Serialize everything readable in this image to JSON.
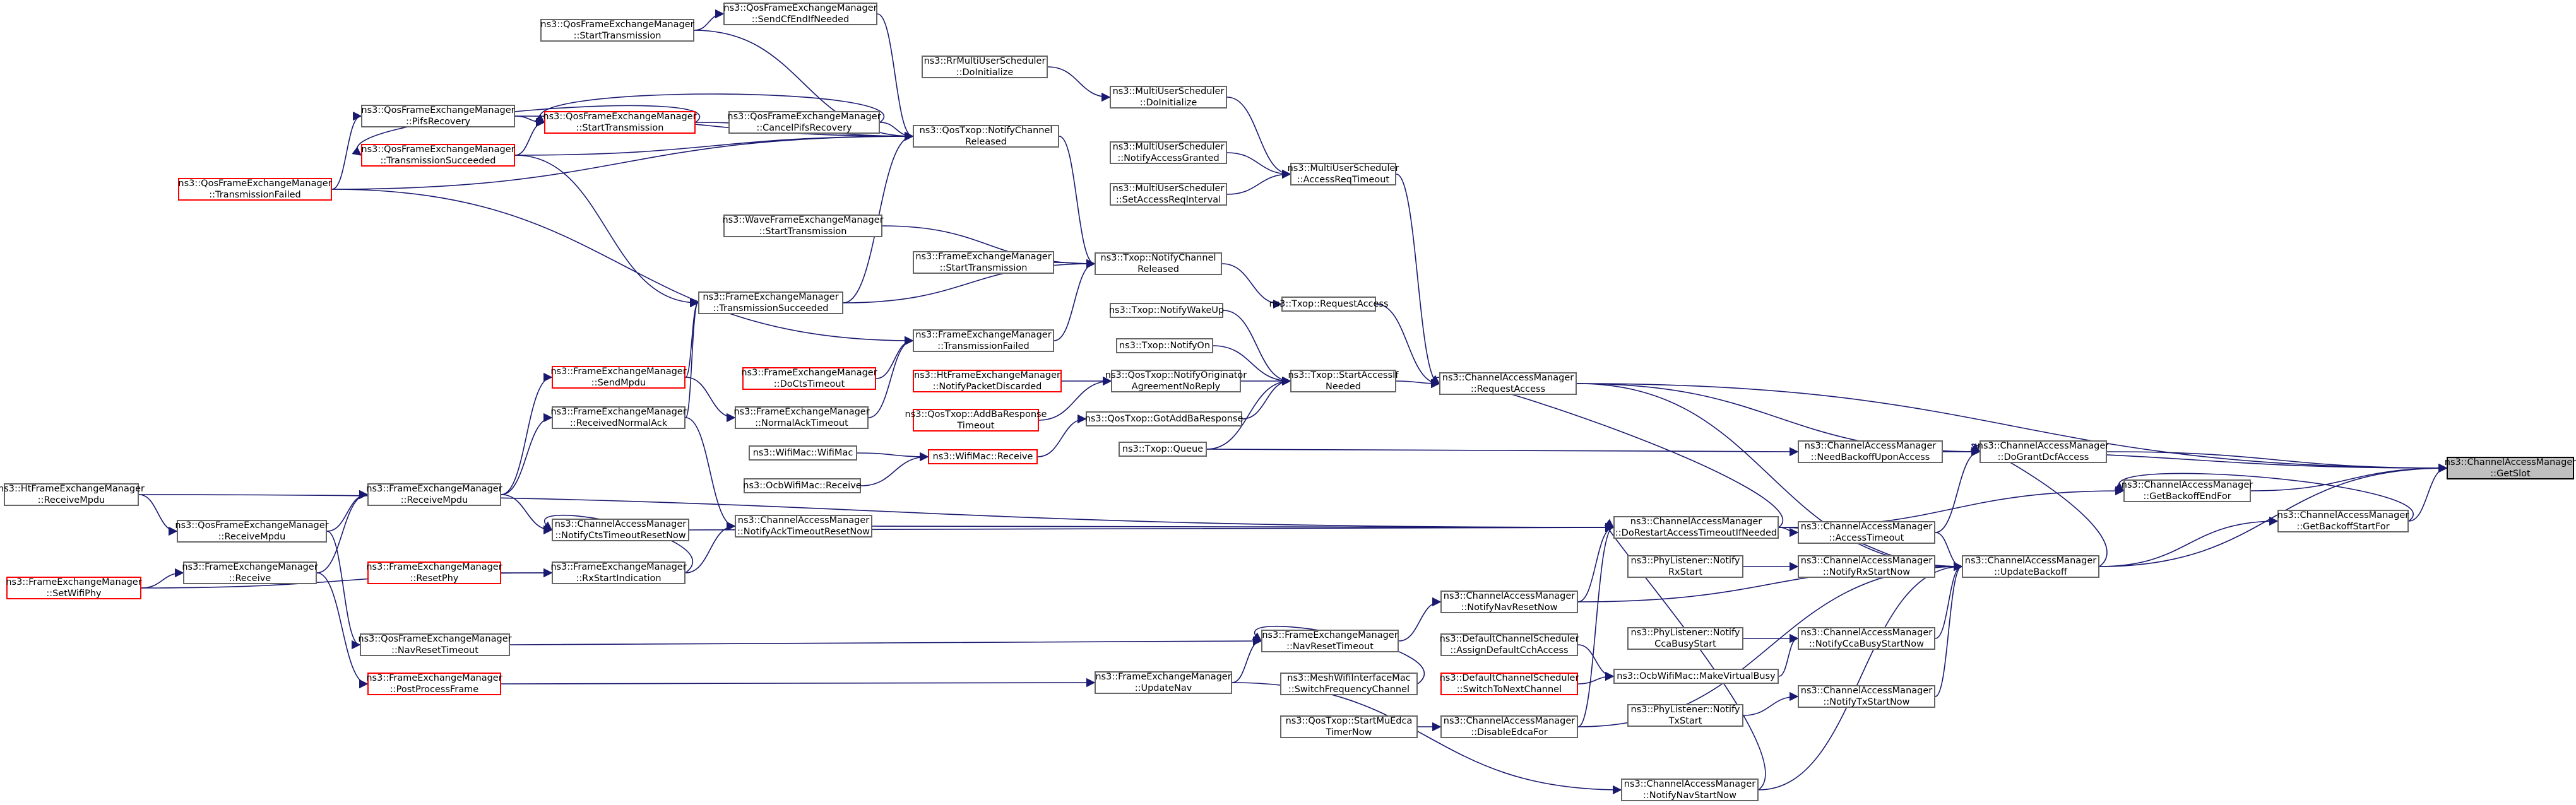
{
  "nodes": [
    {
      "id": "getslot",
      "l1": "ns3::ChannelAccessManager",
      "l2": "::GetSlot",
      "style": "focus"
    },
    {
      "id": "dogrant",
      "l1": "ns3::ChannelAccessManager",
      "l2": "::DoGrantDcfAccess",
      "style": "normal"
    },
    {
      "id": "getbackoffend",
      "l1": "ns3::ChannelAccessManager",
      "l2": "::GetBackoffEndFor",
      "style": "normal"
    },
    {
      "id": "getbackoffstart",
      "l1": "ns3::ChannelAccessManager",
      "l2": "::GetBackoffStartFor",
      "style": "normal"
    },
    {
      "id": "updatebackoff",
      "l1": "ns3::ChannelAccessManager",
      "l2": "::UpdateBackoff",
      "style": "normal"
    },
    {
      "id": "needbackoff",
      "l1": "ns3::ChannelAccessManager",
      "l2": "::NeedBackoffUponAccess",
      "style": "normal"
    },
    {
      "id": "accesstimeout",
      "l1": "ns3::ChannelAccessManager",
      "l2": "::AccessTimeout",
      "style": "normal"
    },
    {
      "id": "notifyrxstart",
      "l1": "ns3::ChannelAccessManager",
      "l2": "::NotifyRxStartNow",
      "style": "normal"
    },
    {
      "id": "notifyccabusy",
      "l1": "ns3::ChannelAccessManager",
      "l2": "::NotifyCcaBusyStartNow",
      "style": "normal"
    },
    {
      "id": "notifytxstart",
      "l1": "ns3::ChannelAccessManager",
      "l2": "::NotifyTxStartNow",
      "style": "normal"
    },
    {
      "id": "dorestart",
      "l1": "ns3::ChannelAccessManager",
      "l2": "::DoRestartAccessTimeoutIfNeeded",
      "style": "normal"
    },
    {
      "id": "requestaccess",
      "l1": "ns3::ChannelAccessManager",
      "l2": "::RequestAccess",
      "style": "normal"
    },
    {
      "id": "notifynavreset",
      "l1": "ns3::ChannelAccessManager",
      "l2": "::NotifyNavResetNow",
      "style": "normal"
    },
    {
      "id": "disableedca",
      "l1": "ns3::ChannelAccessManager",
      "l2": "::DisableEdcaFor",
      "style": "normal"
    },
    {
      "id": "notifynavstart",
      "l1": "ns3::ChannelAccessManager",
      "l2": "::NotifyNavStartNow",
      "style": "normal"
    },
    {
      "id": "phyrx",
      "l1": "ns3::PhyListener::Notify",
      "l2": "RxStart",
      "style": "normal"
    },
    {
      "id": "phycca",
      "l1": "ns3::PhyListener::Notify",
      "l2": "CcaBusyStart",
      "style": "normal"
    },
    {
      "id": "phytx",
      "l1": "ns3::PhyListener::Notify",
      "l2": "TxStart",
      "style": "normal"
    },
    {
      "id": "makevirtualbusy",
      "l1": "ns3::OcbWifiMac::MakeVirtualBusy",
      "l2": "",
      "style": "normal"
    },
    {
      "id": "assigndefault",
      "l1": "ns3::DefaultChannelScheduler",
      "l2": "::AssignDefaultCchAccess",
      "style": "normal"
    },
    {
      "id": "switchtonext",
      "l1": "ns3::DefaultChannelScheduler",
      "l2": "::SwitchToNextChannel",
      "style": "red"
    },
    {
      "id": "fem_navreset",
      "l1": "ns3::FrameExchangeManager",
      "l2": "::NavResetTimeout",
      "style": "normal"
    },
    {
      "id": "mesh_switch",
      "l1": "ns3::MeshWifiInterfaceMac",
      "l2": "::SwitchFrequencyChannel",
      "style": "normal"
    },
    {
      "id": "fem_updatenav",
      "l1": "ns3::FrameExchangeManager",
      "l2": "::UpdateNav",
      "style": "normal"
    },
    {
      "id": "startmuedca",
      "l1": "ns3::QosTxop::StartMuEdca",
      "l2": "TimerNow",
      "style": "normal"
    },
    {
      "id": "mus_accessreq",
      "l1": "ns3::MultiUserScheduler",
      "l2": "::AccessReqTimeout",
      "style": "normal"
    },
    {
      "id": "mus_doinit",
      "l1": "ns3::MultiUserScheduler",
      "l2": "::DoInitialize",
      "style": "normal"
    },
    {
      "id": "rr_doinit",
      "l1": "ns3::RrMultiUserScheduler",
      "l2": "::DoInitialize",
      "style": "normal"
    },
    {
      "id": "mus_notifygranted",
      "l1": "ns3::MultiUserScheduler",
      "l2": "::NotifyAccessGranted",
      "style": "normal"
    },
    {
      "id": "mus_setinterval",
      "l1": "ns3::MultiUserScheduler",
      "l2": "::SetAccessReqInterval",
      "style": "normal"
    },
    {
      "id": "txop_requestaccess",
      "l1": "ns3::Txop::RequestAccess",
      "l2": "",
      "style": "normal"
    },
    {
      "id": "txop_startaccess",
      "l1": "ns3::Txop::StartAccessIf",
      "l2": "Needed",
      "style": "normal"
    },
    {
      "id": "txop_notifywakeup",
      "l1": "ns3::Txop::NotifyWakeUp",
      "l2": "",
      "style": "normal"
    },
    {
      "id": "txop_notifyon",
      "l1": "ns3::Txop::NotifyOn",
      "l2": "",
      "style": "normal"
    },
    {
      "id": "qos_notifyorig",
      "l1": "ns3::QosTxop::NotifyOriginator",
      "l2": "AgreementNoReply",
      "style": "normal"
    },
    {
      "id": "qos_gotaddba",
      "l1": "ns3::QosTxop::GotAddBaResponse",
      "l2": "",
      "style": "normal"
    },
    {
      "id": "txop_queue",
      "l1": "ns3::Txop::Queue",
      "l2": "",
      "style": "normal"
    },
    {
      "id": "txop_notifychannel",
      "l1": "ns3::Txop::NotifyChannel",
      "l2": "Released",
      "style": "normal"
    },
    {
      "id": "qostxop_notifychannel",
      "l1": "ns3::QosTxop::NotifyChannel",
      "l2": "Released",
      "style": "normal"
    },
    {
      "id": "ht_notifypacket",
      "l1": "ns3::HtFrameExchangeManager",
      "l2": "::NotifyPacketDiscarded",
      "style": "red"
    },
    {
      "id": "qos_addba_timeout",
      "l1": "ns3::QosTxop::AddBaResponse",
      "l2": "Timeout",
      "style": "red"
    },
    {
      "id": "wifimac_receive",
      "l1": "ns3::WifiMac::Receive",
      "l2": "",
      "style": "red"
    },
    {
      "id": "wifimac_wifimac",
      "l1": "ns3::WifiMac::WifiMac",
      "l2": "",
      "style": "normal"
    },
    {
      "id": "ocb_receive",
      "l1": "ns3::OcbWifiMac::Receive",
      "l2": "",
      "style": "normal"
    },
    {
      "id": "fem_starttx",
      "l1": "ns3::FrameExchangeManager",
      "l2": "::StartTransmission",
      "style": "normal"
    },
    {
      "id": "fem_txfailed",
      "l1": "ns3::FrameExchangeManager",
      "l2": "::TransmissionFailed",
      "style": "normal"
    },
    {
      "id": "fem_txsucceeded",
      "l1": "ns3::FrameExchangeManager",
      "l2": "::TransmissionSucceeded",
      "style": "normal"
    },
    {
      "id": "wave_starttx",
      "l1": "ns3::WaveFrameExchangeManager",
      "l2": "::StartTransmission",
      "style": "normal"
    },
    {
      "id": "fem_docts",
      "l1": "ns3::FrameExchangeManager",
      "l2": "::DoCtsTimeout",
      "style": "red"
    },
    {
      "id": "fem_normalack",
      "l1": "ns3::FrameExchangeManager",
      "l2": "::NormalAckTimeout",
      "style": "normal"
    },
    {
      "id": "fem_sendmpdu",
      "l1": "ns3::FrameExchangeManager",
      "l2": "::SendMpdu",
      "style": "red"
    },
    {
      "id": "fem_receivednormalack",
      "l1": "ns3::FrameExchangeManager",
      "l2": "::ReceivedNormalAck",
      "style": "normal"
    },
    {
      "id": "cam_notifyack",
      "l1": "ns3::ChannelAccessManager",
      "l2": "::NotifyAckTimeoutResetNow",
      "style": "normal"
    },
    {
      "id": "cam_notifycts",
      "l1": "ns3::ChannelAccessManager",
      "l2": "::NotifyCtsTimeoutResetNow",
      "style": "normal"
    },
    {
      "id": "fem_rxstart",
      "l1": "ns3::FrameExchangeManager",
      "l2": "::RxStartIndication",
      "style": "normal"
    },
    {
      "id": "fem_resetphy",
      "l1": "ns3::FrameExchangeManager",
      "l2": "::ResetPhy",
      "style": "red"
    },
    {
      "id": "fem_receivempdu",
      "l1": "ns3::FrameExchangeManager",
      "l2": "::ReceiveMpdu",
      "style": "normal"
    },
    {
      "id": "qfem_receivempdu",
      "l1": "ns3::QosFrameExchangeManager",
      "l2": "::ReceiveMpdu",
      "style": "normal"
    },
    {
      "id": "fem_receive",
      "l1": "ns3::FrameExchangeManager",
      "l2": "::Receive",
      "style": "normal"
    },
    {
      "id": "htfem_receivempdu",
      "l1": "ns3::HtFrameExchangeManager",
      "l2": "::ReceiveMpdu",
      "style": "normal"
    },
    {
      "id": "fem_setwifiphy",
      "l1": "ns3::FrameExchangeManager",
      "l2": "::SetWifiPhy",
      "style": "red"
    },
    {
      "id": "qfem_navreset",
      "l1": "ns3::QosFrameExchangeManager",
      "l2": "::NavResetTimeout",
      "style": "normal"
    },
    {
      "id": "fem_postprocess",
      "l1": "ns3::FrameExchangeManager",
      "l2": "::PostProcessFrame",
      "style": "red"
    },
    {
      "id": "qfem_sendcf",
      "l1": "ns3::QosFrameExchangeManager",
      "l2": "::SendCfEndIfNeeded",
      "style": "normal"
    },
    {
      "id": "qfem_starttx_top",
      "l1": "ns3::QosFrameExchangeManager",
      "l2": "::StartTransmission",
      "style": "normal"
    },
    {
      "id": "qfem_pifs",
      "l1": "ns3::QosFrameExchangeManager",
      "l2": "::PifsRecovery",
      "style": "normal"
    },
    {
      "id": "qfem_starttx",
      "l1": "ns3::QosFrameExchangeManager",
      "l2": "::StartTransmission",
      "style": "red"
    },
    {
      "id": "qfem_cancelpifs",
      "l1": "ns3::QosFrameExchangeManager",
      "l2": "::CancelPifsRecovery",
      "style": "normal"
    },
    {
      "id": "qfem_txsucceeded",
      "l1": "ns3::QosFrameExchangeManager",
      "l2": "::TransmissionSucceeded",
      "style": "red"
    },
    {
      "id": "qfem_txfailed",
      "l1": "ns3::QosFrameExchangeManager",
      "l2": "::TransmissionFailed",
      "style": "red"
    }
  ],
  "edges": [
    [
      "dogrant",
      "getslot"
    ],
    [
      "getbackoffend",
      "getslot"
    ],
    [
      "getbackoffstart",
      "getslot"
    ],
    [
      "updatebackoff",
      "getslot"
    ],
    [
      "requestaccess",
      "getslot"
    ],
    [
      "needbackoff",
      "getslot"
    ],
    [
      "updatebackoff",
      "dogrant"
    ],
    [
      "accesstimeout",
      "dogrant"
    ],
    [
      "needbackoff",
      "dogrant"
    ],
    [
      "requestaccess",
      "dogrant"
    ],
    [
      "dorestart",
      "getbackoffend"
    ],
    [
      "getbackoffstart",
      "getbackoffend"
    ],
    [
      "updatebackoff",
      "getbackoffstart"
    ],
    [
      "accesstimeout",
      "updatebackoff"
    ],
    [
      "notifyrxstart",
      "updatebackoff"
    ],
    [
      "notifyccabusy",
      "updatebackoff"
    ],
    [
      "notifytxstart",
      "updatebackoff"
    ],
    [
      "notifynavreset",
      "updatebackoff"
    ],
    [
      "disableedca",
      "updatebackoff"
    ],
    [
      "notifynavstart",
      "updatebackoff"
    ],
    [
      "dorestart",
      "updatebackoff"
    ],
    [
      "requestaccess",
      "updatebackoff"
    ],
    [
      "txop_queue",
      "needbackoff"
    ],
    [
      "dorestart",
      "accesstimeout"
    ],
    [
      "phyrx",
      "notifyrxstart"
    ],
    [
      "phycca",
      "notifyccabusy"
    ],
    [
      "makevirtualbusy",
      "notifyccabusy"
    ],
    [
      "phytx",
      "notifytxstart"
    ],
    [
      "notifynavreset",
      "dorestart"
    ],
    [
      "disableedca",
      "dorestart"
    ],
    [
      "cam_notifyack",
      "dorestart"
    ],
    [
      "cam_notifycts",
      "dorestart"
    ],
    [
      "htfem_receivempdu",
      "dorestart"
    ],
    [
      "notifynavstart",
      "dorestart"
    ],
    [
      "dorestart",
      "requestaccess"
    ],
    [
      "txop_startaccess",
      "requestaccess"
    ],
    [
      "txop_requestaccess",
      "requestaccess"
    ],
    [
      "mus_accessreq",
      "requestaccess"
    ],
    [
      "fem_navreset",
      "notifynavreset"
    ],
    [
      "fem_updatenav",
      "notifynavstart"
    ],
    [
      "startmuedca",
      "disableedca"
    ],
    [
      "assigndefault",
      "makevirtualbusy"
    ],
    [
      "switchtonext",
      "makevirtualbusy"
    ],
    [
      "mesh_switch",
      "fem_navreset"
    ],
    [
      "fem_updatenav",
      "fem_navreset"
    ],
    [
      "fem_postprocess",
      "fem_updatenav"
    ],
    [
      "qfem_navreset",
      "fem_navreset"
    ],
    [
      "mus_doinit",
      "mus_accessreq"
    ],
    [
      "mus_notifygranted",
      "mus_accessreq"
    ],
    [
      "mus_setinterval",
      "mus_accessreq"
    ],
    [
      "rr_doinit",
      "mus_doinit"
    ],
    [
      "txop_notifychannel",
      "txop_requestaccess"
    ],
    [
      "txop_notifywakeup",
      "txop_startaccess"
    ],
    [
      "txop_notifyon",
      "txop_startaccess"
    ],
    [
      "qos_notifyorig",
      "txop_startaccess"
    ],
    [
      "qos_gotaddba",
      "txop_startaccess"
    ],
    [
      "txop_queue",
      "txop_startaccess"
    ],
    [
      "ht_notifypacket",
      "qos_notifyorig"
    ],
    [
      "qos_addba_timeout",
      "qos_notifyorig"
    ],
    [
      "wifimac_receive",
      "qos_gotaddba"
    ],
    [
      "wifimac_wifimac",
      "wifimac_receive"
    ],
    [
      "ocb_receive",
      "wifimac_receive"
    ],
    [
      "fem_starttx",
      "txop_notifychannel"
    ],
    [
      "fem_txfailed",
      "txop_notifychannel"
    ],
    [
      "fem_txsucceeded",
      "txop_notifychannel"
    ],
    [
      "wave_starttx",
      "txop_notifychannel"
    ],
    [
      "qostxop_notifychannel",
      "txop_notifychannel"
    ],
    [
      "qfem_sendcf",
      "qostxop_notifychannel"
    ],
    [
      "qfem_pifs",
      "qostxop_notifychannel"
    ],
    [
      "qfem_cancelpifs",
      "qostxop_notifychannel"
    ],
    [
      "qfem_starttx",
      "qostxop_notifychannel"
    ],
    [
      "qfem_txsucceeded",
      "qostxop_notifychannel"
    ],
    [
      "qfem_txfailed",
      "qostxop_notifychannel"
    ],
    [
      "qfem_starttx_top",
      "qostxop_notifychannel"
    ],
    [
      "fem_txsucceeded",
      "qostxop_notifychannel"
    ],
    [
      "fem_docts",
      "fem_txfailed"
    ],
    [
      "fem_normalack",
      "fem_txfailed"
    ],
    [
      "qfem_txfailed",
      "fem_txfailed"
    ],
    [
      "fem_sendmpdu",
      "fem_txsucceeded"
    ],
    [
      "fem_receivednormalack",
      "fem_txsucceeded"
    ],
    [
      "qfem_txsucceeded",
      "fem_txsucceeded"
    ],
    [
      "fem_sendmpdu",
      "fem_normalack"
    ],
    [
      "fem_receivempdu",
      "fem_sendmpdu"
    ],
    [
      "fem_receivempdu",
      "fem_receivednormalack"
    ],
    [
      "fem_receivednormalack",
      "cam_notifyack"
    ],
    [
      "fem_rxstart",
      "cam_notifyack"
    ],
    [
      "fem_rxstart",
      "cam_notifycts"
    ],
    [
      "fem_receivempdu",
      "cam_notifycts"
    ],
    [
      "fem_resetphy",
      "fem_rxstart"
    ],
    [
      "fem_setwifiphy",
      "fem_rxstart"
    ],
    [
      "qfem_receivempdu",
      "fem_receivempdu"
    ],
    [
      "fem_receive",
      "fem_receivempdu"
    ],
    [
      "htfem_receivempdu",
      "qfem_receivempdu"
    ],
    [
      "fem_setwifiphy",
      "fem_receive"
    ],
    [
      "fem_receive",
      "fem_postprocess"
    ],
    [
      "qfem_receivempdu",
      "qfem_navreset"
    ],
    [
      "qfem_starttx_top",
      "qfem_sendcf"
    ],
    [
      "qfem_pifs",
      "qfem_starttx"
    ],
    [
      "qfem_txfailed",
      "qfem_pifs"
    ],
    [
      "qfem_cancelpifs",
      "qfem_starttx"
    ],
    [
      "qfem_txsucceeded",
      "qfem_starttx"
    ],
    [
      "qfem_starttx",
      "qfem_txsucceeded"
    ]
  ]
}
